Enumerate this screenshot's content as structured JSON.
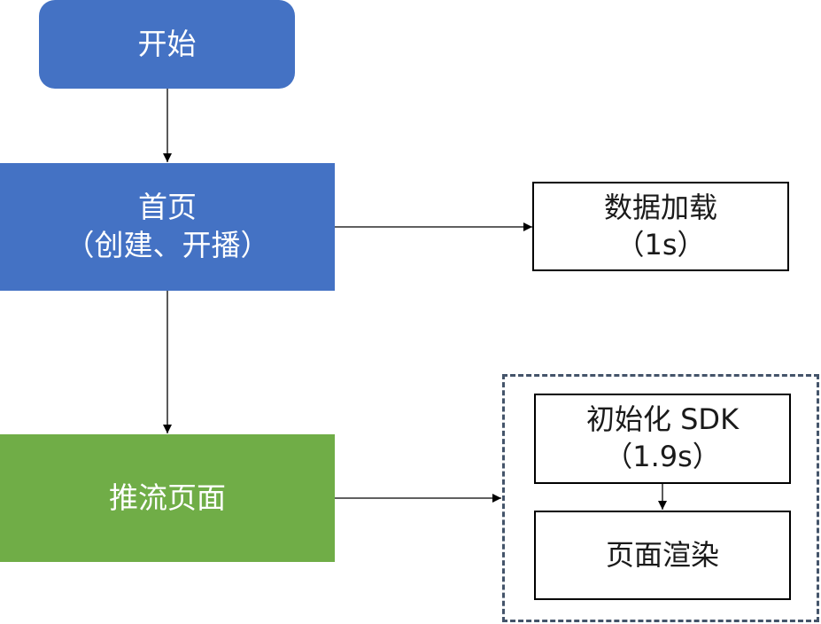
{
  "nodes": {
    "start": {
      "label": "开始"
    },
    "home": {
      "line1": "首页",
      "line2": "（创建、开播）"
    },
    "push": {
      "label": "推流页面"
    },
    "data_load": {
      "line1": "数据加载",
      "line2": "（1s）"
    },
    "init_sdk": {
      "line1": "初始化 SDK",
      "line2": "（1.9s）"
    },
    "page_render": {
      "label": "页面渲染"
    }
  },
  "colors": {
    "blue": "#4472c4",
    "green": "#70ad47",
    "group_border": "#44546a",
    "edge": "#000000"
  }
}
